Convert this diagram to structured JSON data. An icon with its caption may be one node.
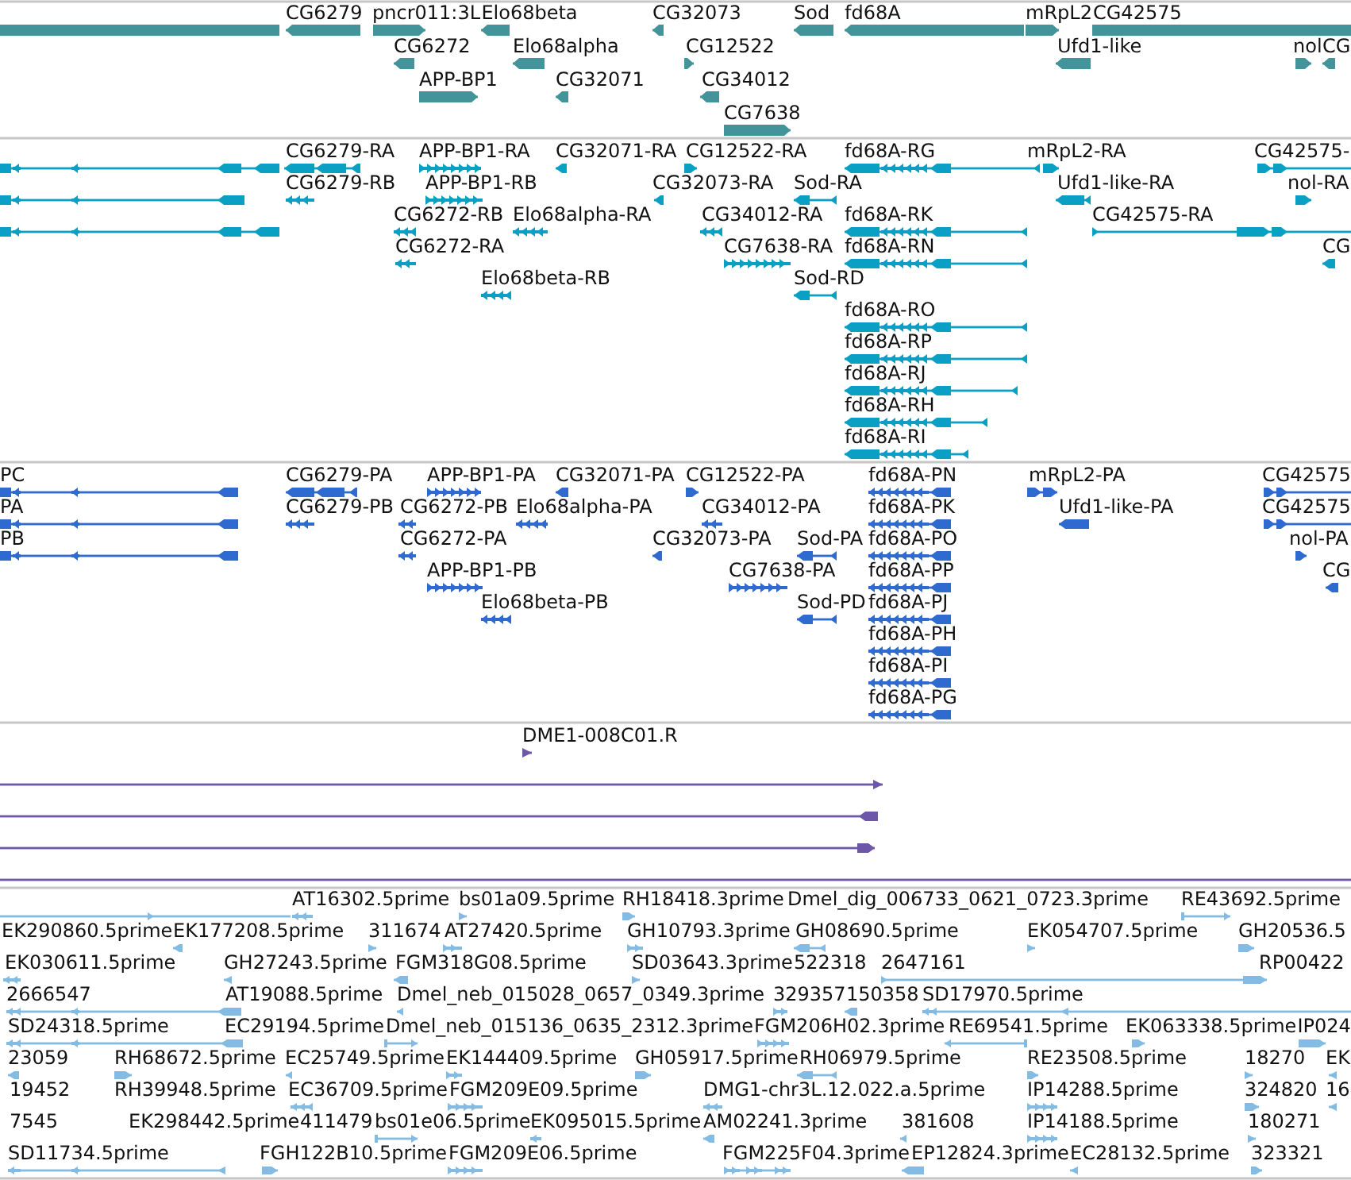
{
  "diagram": {
    "labels": [
      "CG6279",
      "pncr011:3L",
      "Elo68beta",
      "CG32073",
      "Sod",
      "fd68A",
      "mRpL2",
      "CG42575",
      "CG6272",
      "Elo68alpha",
      "CG12522",
      "Ufd1-like",
      "nol",
      "CG",
      "APP-BP1",
      "CG32071",
      "CG34012",
      "CG7638",
      "CG6279-RA",
      "APP-BP1-RA",
      "CG32071-RA",
      "CG12522-RA",
      "fd68A-RG",
      "mRpL2-RA",
      "CG42575-",
      "CG6279-RB",
      "APP-BP1-RB",
      "CG32073-RA",
      "Sod-RA",
      "Ufd1-like-RA",
      "nol-RA",
      "CG6272-RB",
      "Elo68alpha-RA",
      "CG34012-RA",
      "fd68A-RK",
      "CG42575-RA",
      "CG6272-RA",
      "CG7638-RA",
      "fd68A-RN",
      "CG",
      "Elo68beta-RB",
      "Sod-RD",
      "fd68A-RO",
      "fd68A-RP",
      "fd68A-RJ",
      "fd68A-RH",
      "fd68A-RI",
      "PC",
      "CG6279-PA",
      "APP-BP1-PA",
      "CG32071-PA",
      "CG12522-PA",
      "fd68A-PN",
      "mRpL2-PA",
      "CG42575",
      "PA",
      "CG6279-PB",
      "CG6272-PB",
      "Elo68alpha-PA",
      "CG34012-PA",
      "fd68A-PK",
      "Ufd1-like-PA",
      "CG42575",
      "PB",
      "CG6272-PA",
      "CG32073-PA",
      "Sod-PA",
      "fd68A-PO",
      "nol-PA",
      "APP-BP1-PB",
      "CG7638-PA",
      "fd68A-PP",
      "CG",
      "Elo68beta-PB",
      "Sod-PD",
      "fd68A-PJ",
      "fd68A-PH",
      "fd68A-PI",
      "fd68A-PG",
      "DME1-008C01.R",
      "AT16302.5prime",
      "bs01a09.5prime",
      "RH18418.3prime",
      "Dmel_dig_006733_0621_0723.3prime",
      "RE43692.5prime",
      "EK290860.5prime",
      "EK177208.5prime",
      "311674",
      "AT27420.5prime",
      "GH10793.3prime",
      "GH08690.5prime",
      "EK054707.5prime",
      "GH20536.5",
      "EK030611.5prime",
      "GH27243.5prime",
      "FGM318G08.5prime",
      "SD03643.3prime",
      "522318",
      "2647161",
      "RP00422",
      "2666547",
      "AT19088.5prime",
      "Dmel_neb_015028_0657_0349.3prime",
      "329357",
      "150358",
      "SD17970.5prime",
      "SD24318.5prime",
      "EC29194.5prime",
      "Dmel_neb_015136_0635_2312.3prime",
      "FGM206H02.3prime",
      "RE69541.5prime",
      "EK063338.5prime",
      "IP024",
      "23059",
      "RH68672.5prime",
      "EC25749.5prime",
      "EK144409.5prime",
      "GH05917.5prime",
      "RH06979.5prime",
      "RE23508.5prime",
      "18270",
      "EK",
      "19452",
      "RH39948.5prime",
      "EC36709.5prime",
      "FGM209E09.5prime",
      "DMG1-chr3L.12.022.a.5prime",
      "IP14288.5prime",
      "324820",
      "16",
      "7545",
      "EK298442.5prime",
      "411479",
      "bs01e06.5prime",
      "EK095015.5prime",
      "AM02241.3prime",
      "381608",
      "IP14188.5prime",
      "180271",
      "SD11734.5prime",
      "FGH122B10.5prime",
      "FGM209E06.5prime",
      "FGM225F04.3prime",
      "EP12824.3prime",
      "EC28132.5prime",
      "323321"
    ]
  }
}
